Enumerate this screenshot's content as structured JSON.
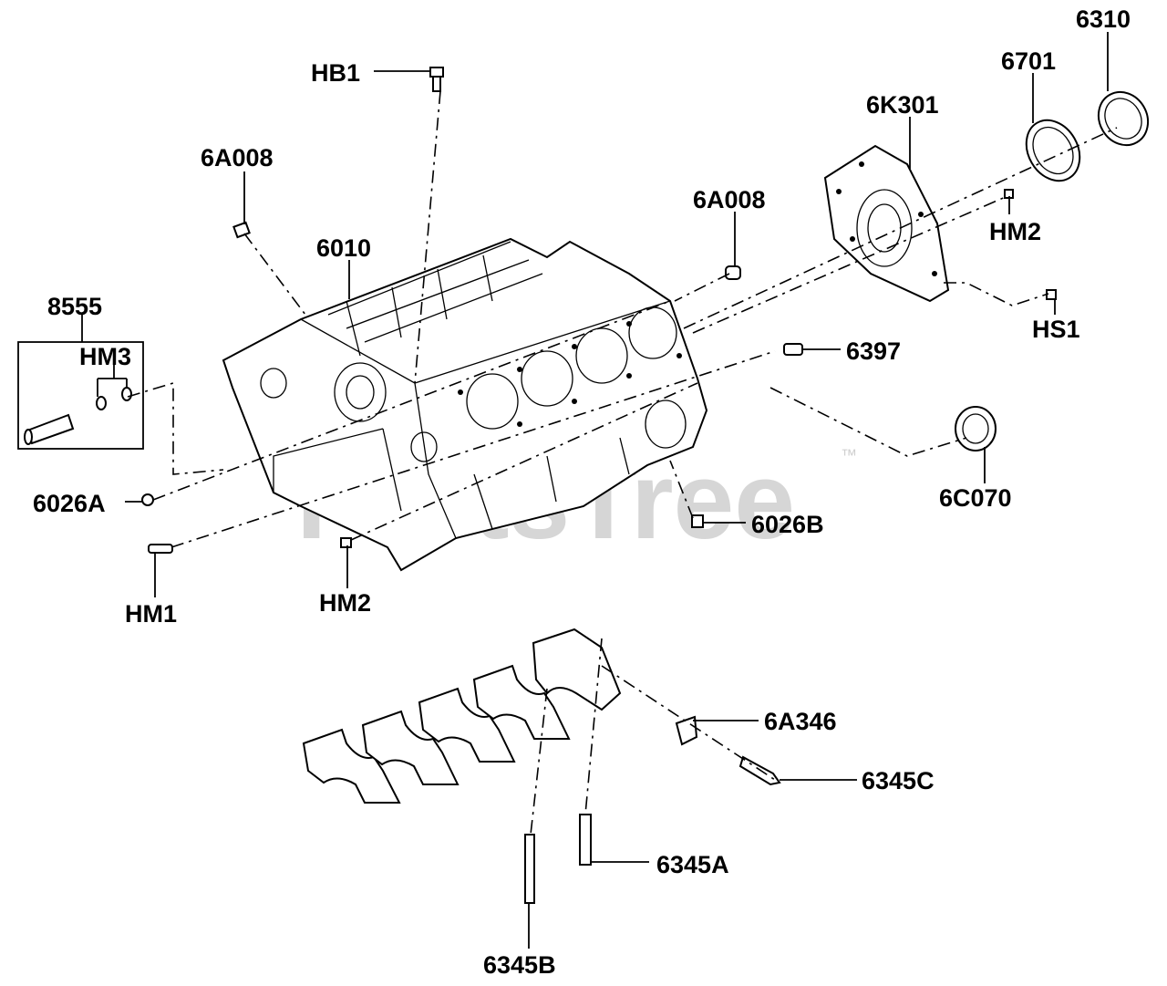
{
  "watermark": {
    "text": "PartsTree",
    "trademark": "™"
  },
  "callouts": {
    "hb1": "HB1",
    "p6a008_left": "6A008",
    "p6010": "6010",
    "p8555": "8555",
    "hm3": "HM3",
    "p6026a": "6026A",
    "hm1": "HM1",
    "hm2_bottom": "HM2",
    "p6a008_mid": "6A008",
    "p6k301": "6K301",
    "p6701": "6701",
    "p6310": "6310",
    "hm2_right": "HM2",
    "hs1": "HS1",
    "p6397": "6397",
    "p6c070": "6C070",
    "p6026b": "6026B",
    "p6a346": "6A346",
    "p6345c": "6345C",
    "p6345a": "6345A",
    "p6345b": "6345B"
  }
}
